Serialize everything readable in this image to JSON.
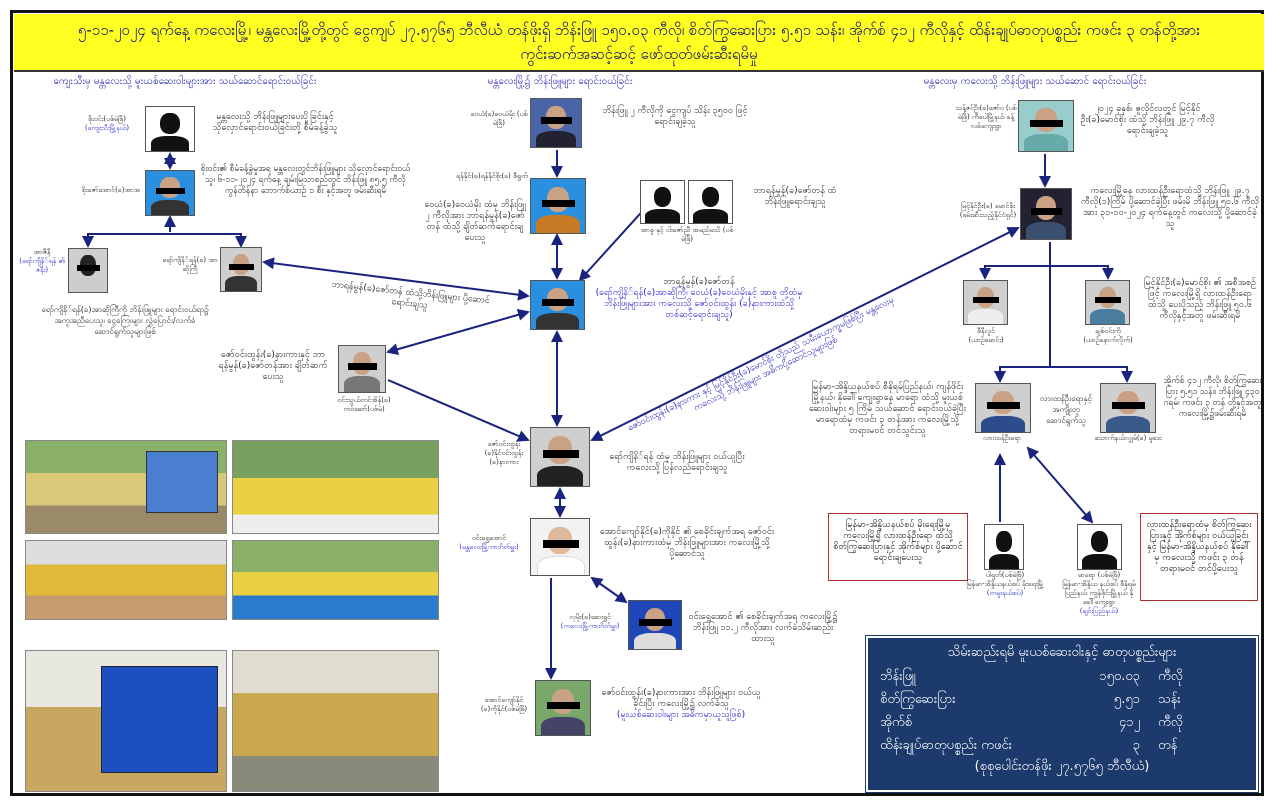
{
  "title": "၅-၁၁-၂၀၂၄ ရက်နေ့ ကလေးမြို့၊ မန္တလေးမြို့တို့တွင် ငွေကျပ် ၂၇.၅၇၆၅ ဘီလီယံ တန်ဖိုးရှိ ဘိန်းဖြူ ၁၅၀.၀၃ ကီလို၊ စိတ်ကြွဆေးပြား ၅.၅၁ သန်း၊ အိုက်စ် ၄၁၂ ကီလိုနှင့် ထိန်းချုပ်ဓာတုပစ္စည်း ကဖင်း ၃ တန်တို့အား ကွင်းဆက်အဆင့်ဆင့် ဖော်ထုတ်ဖမ်းဆီးရမိမှု",
  "sections": {
    "left": "ကျေးသီးမှ မန္တလေးသို့ မူးယစ်ဆေးဝါးများအား သယ်ဆောင်ရောင်းဝယ်ခြင်း",
    "middle": "မန္တလေးမြို့၌ ဘိန်းဖြူများ ရောင်းဝယ်ခြင်း",
    "right": "မန္တလေးမှ ကလေးသို့ ဘိန်းဖြူများ သယ်ဆောင် ရောင်းဝယ်ခြင်း"
  },
  "nodes": {
    "l1": {
      "name": "စိုးဝင်း(ပစ်မဲဖြိ)",
      "sub": "(ကျေးသီးမြို့နယ်)",
      "desc": "မန္တလေးသို့ ဘိန်းဖြူများပေးပို့ခြင်းနှင့် သိုလှောင်ရောင်းဝယ်ခြင်းတို့ စီမံခန့်ခွဲသူ"
    },
    "l2": {
      "name": "စိုးဇော်အောင်(ခ)အာအ",
      "desc": "စိုးဝင်း၏ စီမံခန့်ခွဲမှုအရ မန္တလေးတွင်ဘိန်းဖြူများ သိုလှောင်ရောင်းဝယ်သူ၊ ၆-၁၁-၂၀၂၄ ရက်နေ့ ချမ်းမြသာစည်တွင် ဘိန်းဖြူ ၈၅.၅ ကီလို ကွန်တိန်နာ ဘောက်စ်ယာဥ် ၁ စီး နှင့်အတူ ဖမ်းဆီးရမိ"
    },
    "l3": {
      "name": "အာဇီနီ",
      "sub": "(ရော်ကျိနိ်ရန် ၏ ဇနီး)"
    },
    "l4": {
      "name": "ရော်ကျိနိ်ရန်(ခ) အာဆိုကြီ"
    },
    "l34desc": "ရော်ကျိနိ်ရန်(ခ)အာဆိုကြီကို ဘိန်းဖြူများ ရောင်းဝယ်ရာ၌ အကူအညီပေးသူ၊ ငွေကြေးများ လွှဲပြောင်း/လက်ခံ ဆောင်ရွက်သူများဖြစ်",
    "l5": {
      "name": "ဝင်းသွယ်တင်အိန်(ခ) ကဝ်ဆော်(ပစ်မဲ)",
      "desc": "ဇော်ဝင်းထွန်း(ခ)နားကားနှင့် ဘာရန်မွန်(ခ)ဇော်တန်အား ချိတ်ဆက်ပေးသူ"
    },
    "m1": {
      "name": "ဝေယံ(ခ)ဝေယံမိုး (ပစ်မဲဖြိ)",
      "desc": "ဘိန်းဖြူ ၂ ကီလိုကို ငွေကျပ် သိန်း ၃၅၀၀ ဖြင့် ရောင်းချခဲ့သူ"
    },
    "m2": {
      "name": "ရန်နိုင်(ခ)ရန်နိုင်စိုး(ခ) စီရွတ်",
      "desc": "ဝေယံ(ခ)ဝေယံမိုး ထံမှ ဘိန်းဖြူ ၂ ကီလိုအား ဘာရန်မွန်(ခ)ဇော်တန် ထံသို့ ချိတ်ဆက်ရောင်းချပေးသူ"
    },
    "m_sil": {
      "name": "အာစူ နှင့် ငါးဇော်ညီ အမည်မသိ (ပစ်မဲဖြိ)",
      "desc": "ဘာရန်မွန်(ခ)ဇော်တန် ထံ ဘိန်းဖြူရောင်းချသူ"
    },
    "m3": {
      "name": "ဘာရန်မွန်(ခ)ဇော်တန်",
      "desc": "(ရော်ကျိနိ်ရန်(ခ)အာဆိုကြီ၊ ဝေယံ(ခ)ဝေယံမိုးနှင့် အာစူ တို့ထံမှ ဘိန်းဖြူများအား ကလေးသို့ ဇော်ဝင်းထွန်း (ခ)နားကားထံသို့ တစ်ဆင့်ရောင်းချသူ)"
    },
    "arrow_l4_m3": "ဘာရန်မွန်(ခ)ဇော်တန် ထံသို့ဘိန်းဖြူများ ပို့ဆောင်ရောင်းချသူ",
    "m4": {
      "name": "ဇော်ဝင်းထွန်း (ခ)နိုင်ဝင်းထွန်း (ခ)နားကား",
      "desc": "ရော်ကျိနိ်ရန် ထံမှ ဘိန်းဖြူများ ဝယ်ယူပြီး ကလေးသို့ ပြန်လည်ရောင်းချသူ"
    },
    "diag": "ဇော်ဝင်းထွန်း(ခ)နားကား နှင့် မြင့်နိုင်ဦး(ခ)မောင်စိုး တို့သည် သမီးယောက္ခမဖြစ်ပြီး မန္တလေးမှ ကလေးသို့ ဘိန်းဖြူများ အဓိကပို့ဆောင်သူများဖြစ်",
    "m5": {
      "name": "ဝင်းရွှေအောင်",
      "sub": "(မန္တလေးမြို့ကားဂိတ်မှူး)",
      "desc": "အောင်ကျော်နိုင်(ခ)ကိုနိုင် ၏ စေခိုင်းချက်အရ ဇော်ဝင်းထွန်း(ခ)နားကားထံမှ ဘိန်းဖြူများအား ကလေးမြို့သို့ ပို့ဆောင်သူ"
    },
    "m6": {
      "name": "လှမိုး(ခ)ဆေးရွှင်",
      "sub": "(ကလေးမြို့ကားဂိတ်မှူး)",
      "desc": "ဝင်းရွှေအောင် ၏ စေခိုင်းချက်အရ ကလေးမြို့၌ ဘိန်းဖြူ ၁၁.၂ ကီလိုအား လက်ခံသိမ်းဆည်းထားသူ"
    },
    "m7": {
      "name": "အောင်ကျော်နိုင် (ခ)ကိုနိုင်(ပစ်မဲဖြိ)",
      "desc": "ဇော်ဝင်းထွန်း(ခ)နားကားအား ဘိန်းဖြူများ ဝယ်ယူခိုင်းပြီး ကလေးမြို့၌ လက်ခံသူ",
      "desc2": "(မူးယစ်ဆေးဝါးများ အဓိကမှာယူသူဖြစ်)"
    },
    "r1": {
      "name": "သန့်ဇင်ဦး(ခ)ဇော်ဝ (ပစ်မဲဖြိ) ကီပေါမြို့နယ် ခန့်လခ်ကျေးရွာ",
      "desc": "၂၀၂၄ ခုနှစ်၊ ဇူလိုင်လတွင် မြင့်နိုင်ဦး(ခ)မောင်စိုး ထံသို့ ဘိန်းဖြူ ၂၉.၇ ကီလိုရောင်းချခဲ့သူ"
    },
    "r2": {
      "name": "မြင့်နိုင်ဦး(ခ) မောင်စိုး (ဖမ်းဆီးသည့်နိုင်ငံရှင်)",
      "desc": "ကလေးမြို့နေ လားထန်ဦးရောထံသို့ ဘိန်းဖြူ ၂၉.၇ ကီလို(၁)ကြိမ် ပို့ဆောင်ခဲ့ပြီး ဖမ်းမိ ဘိန်းဖြူ ၅၀.၆ ကီလိုအား ၃၁-၁၀-၂၀၂၄ ရက်နေ့တွင် ကလေးသို့ ပို့ဆောင်ခဲ့သူ"
    },
    "r3": {
      "name": "စီနီလွင်",
      "sub": "(ယာဥ်မောင်း)"
    },
    "r4": {
      "name": "ချစ်ဝင်းကို",
      "sub": "(ယာဥ်နောက်လိုက်)",
      "desc": "မြင့်နိုင်ဦး(ခ)မောင်စိုး ၏ အစီအစဥ်ဖြင့် ကလေးမြို့ရှိ လားထန်ဦးရော ထံသို့ ပေးပို့သည့် ဘိန်းဖြူ ၅၀.၆ ကီလိုနှင့်အတူ ဖမ်းဆီးရမိ"
    },
    "r5": {
      "name": "လားထန်ဦးရော",
      "desc": "မြန်မာ-အိန္ဒိယနယ်စပ် စီနိုရမ်ပြည်နယ်၊ ကျန်ဖိုင်းမြို့နယ်၊ နိုခေါါ်ကျေးရွာနေ မာရော ထံသို့ မူးယစ်ဆေးဝါးများ ၅ ကြိမ် သယ်ဆောင် ရောင်းဝယ်ခဲ့ပြီး မာရောထံမှ ကဖင်း ၃ တန်အား ကလေးမြို့သို့ တရားမဝင် တင်သွင်းသူ",
      "mid": "လားထန်ဦးရောနှင့် အကျိုးတူ ဆောင်ရွက်သူ"
    },
    "r6": {
      "name": "သောက်နယ်လျှမ်(ခ) မူဒေး",
      "desc": "အိုက်စ် ၄၁၂ ကီလို၊ စိတ်ကြွဆေးပြား ၅.၅၁ သန်း၊ ဘိန်းဖြူ ၄၃၀ ဂရမ်၊ ကဖင်း ၃ တန် တို့နှင့်အတူ ကလေးမြို့၌ဖမ်းဆီးရမိ"
    },
    "r7": {
      "name": "ပါရှတ်(ပစ်မဲဖြိ)",
      "sub2": "မြန်မာ-အိန္ဒိယနယ်စပ် မိုးရေးမြို့",
      "sub": "(တမူးနယ်စပ်)",
      "box": "မြန်မာ-အိန္ဒိယနယ်စပ် မိုးရေးမြို့မှ ကလေးမြို့ရှိ လားထန်ဦးရော ထံသို့ စိတ်ကြွဆေးပြားနှင့် အိုက်စ်များ ပို့ဆောင်ရောင်းချပေးသူ"
    },
    "r8": {
      "name": "မာရော (ပစ်မဲဖြိ)",
      "sub2": "မြန်မာ-အိန္ဒိယ နယ်စပ် စီနိုရမ်ပြည်နယ် ကျန်ဖိုင်းမြို့နယ် နိုခေါါ်ကျေးရွာ",
      "sub": "(ချင်းပြည်နယ်)",
      "box": "လားထန်ဦးရောထံမှ စိတ်ကြွဆေးပြားနှင့် အိုက်စ်များ ဝယ်ယူခြင်းနှင့် မြန်မာ-အိန္ဒိယနယ်စပ် နိုခေါါ်မှ ကလေးသို့ ကဖင်း ၃ တန် တရားမဝင် တင်ပို့ပေးသူ"
    }
  },
  "summary": {
    "title": "သိမ်းဆည်းရမိ မူးယစ်ဆေးဝါးနှင့် ဓာတုပစ္စည်းများ",
    "rows": [
      {
        "item": "ဘိန်းဖြူ",
        "qty": "၁၅၀.၀၃",
        "unit": "ကီလို"
      },
      {
        "item": "စိတ်ကြွဆေးပြား",
        "qty": "၅.၅၁",
        "unit": "သန်း"
      },
      {
        "item": "အိုက်စ်",
        "qty": "၄၁၂",
        "unit": "ကီလို"
      },
      {
        "item": "ထိန်းချုပ်ဓာတုပစ္စည်း ကဖင်း",
        "qty": "၃",
        "unit": "တန်"
      }
    ],
    "footer": "(စုစုပေါင်းတန်ဖိုး ၂၇.၅၇၆၅ ဘီလီယံ)"
  },
  "colors": {
    "header_bg": "#ffff22",
    "arrow": "#1a237e",
    "summary_bg": "#1c3a6b",
    "label_blue": "#1a1ab0",
    "red_box": "#b03030"
  }
}
